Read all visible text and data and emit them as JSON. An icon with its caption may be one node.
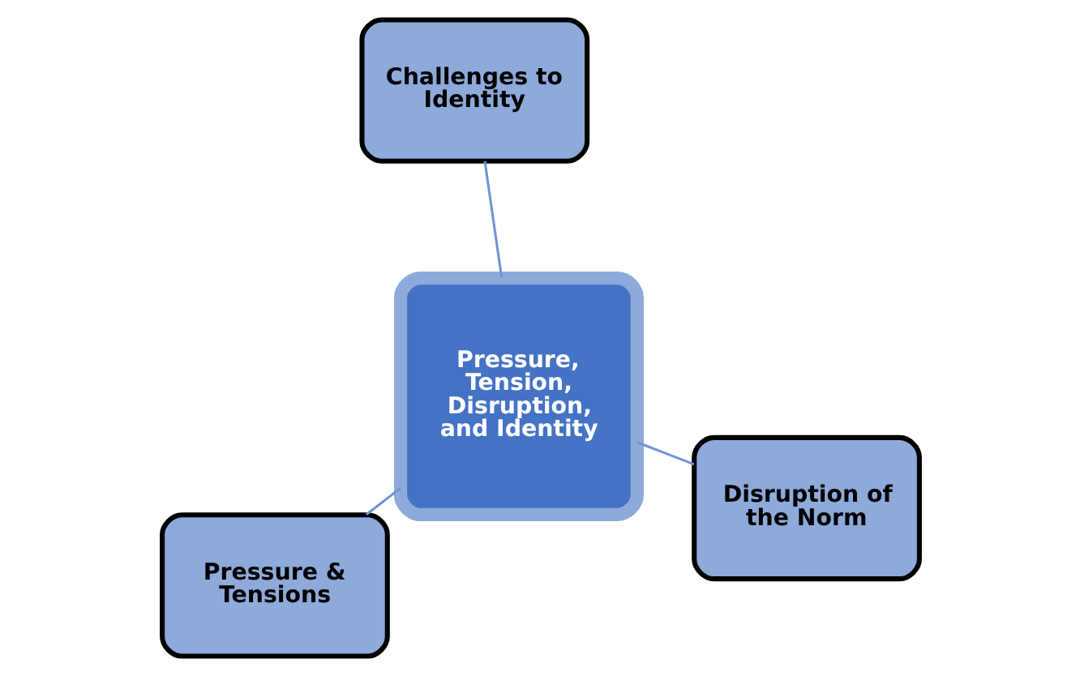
{
  "diagram": {
    "nodes": [
      {
        "text": [
          "Pressure & Tensions"
        ]
      },
      {
        "text": [
          "Disruption of the Norm"
        ]
      },
      {
        "text": [
          "Pressure, Tension, Disruption, and Identity"
        ]
      },
      {
        "text": [
          "Challenges to Identity"
        ]
      }
    ],
    "edges": [
      {
        "from": 2,
        "to": 0,
        "arrow": "none"
      },
      {
        "from": 2,
        "to": 1,
        "arrow": "none"
      },
      {
        "from": 2,
        "to": 3,
        "arrow": "none"
      }
    ]
  }
}
